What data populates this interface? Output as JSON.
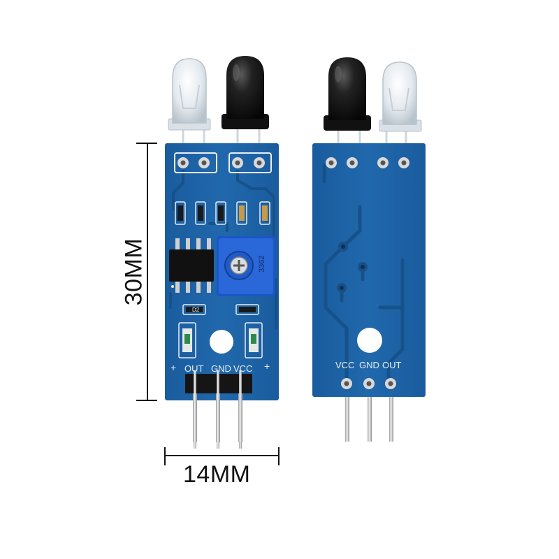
{
  "dimensions": {
    "width_label": "14MM",
    "height_label": "30MM"
  },
  "front_board": {
    "pin_labels": [
      "OUT",
      "GND",
      "VCC"
    ],
    "plus_left": "+",
    "plus_right": "+",
    "potentiometer_code": "3362",
    "chip_label": "D2"
  },
  "back_board": {
    "pin_labels": [
      "VCC",
      "GND",
      "OUT"
    ]
  },
  "colors": {
    "pcb": "#1f63a6",
    "pcb_dark": "#174f88",
    "trace": "#1a5a99",
    "pin_metal": "#c9c9c9",
    "ir_receiver": "#1b1b1b",
    "ir_emitter": "#e6ecf1",
    "pot_blue": "#1d57c9"
  }
}
